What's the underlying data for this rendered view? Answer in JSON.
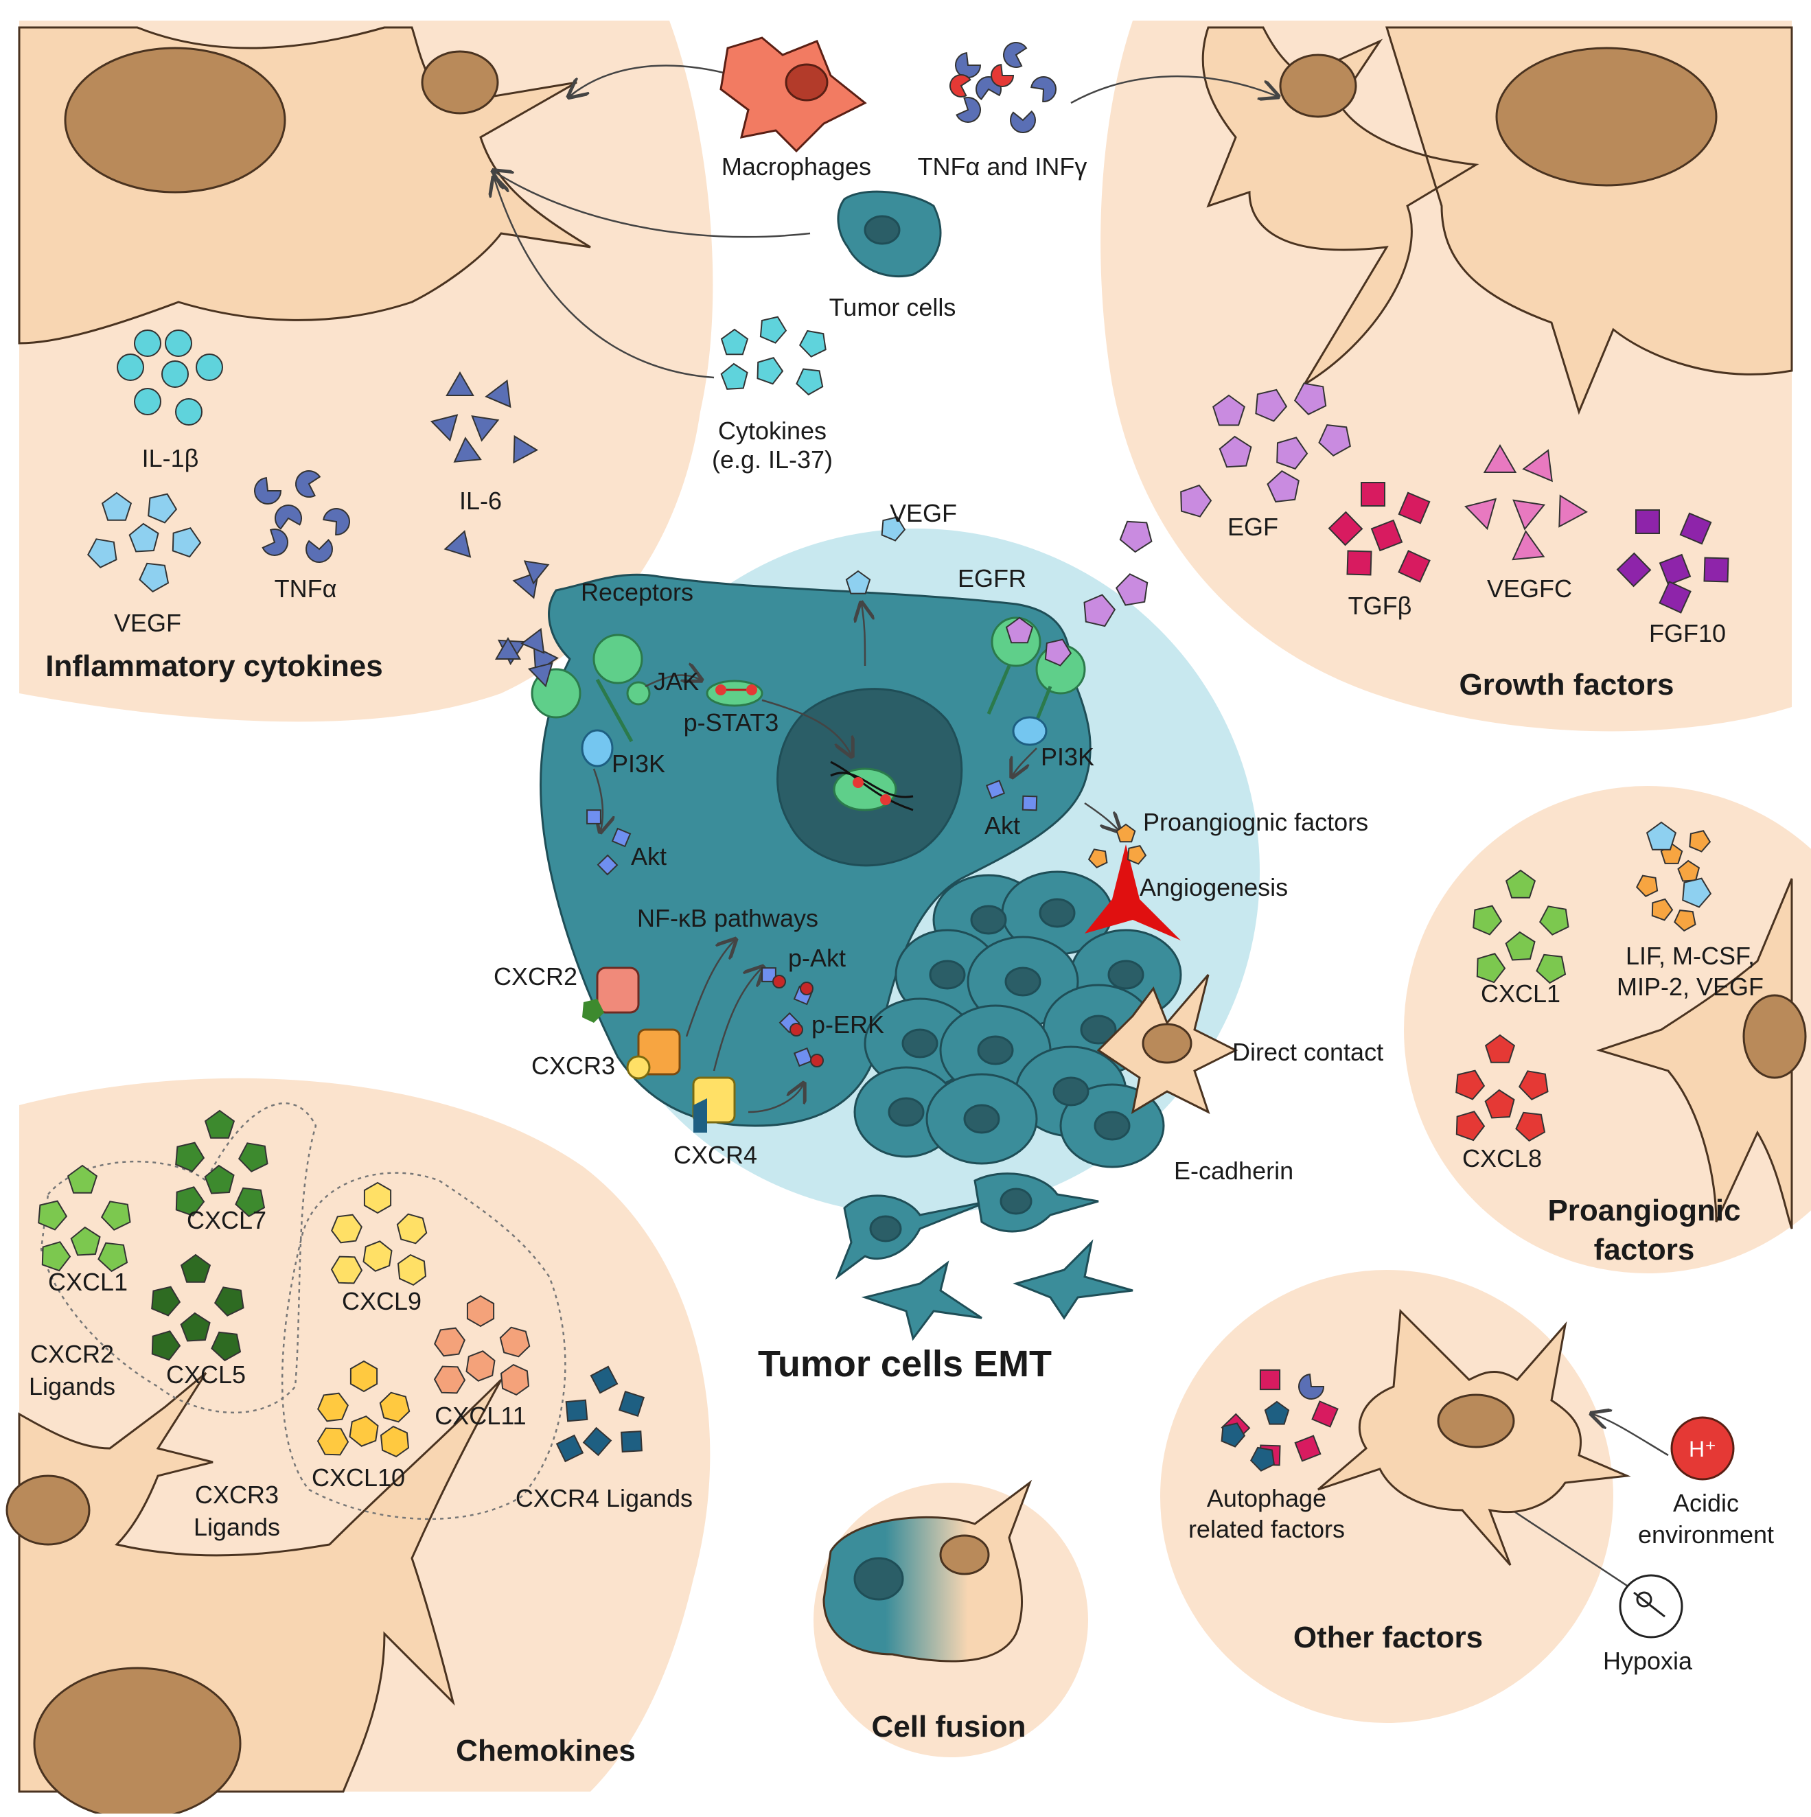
{
  "center": {
    "title": "Tumor cells EMT",
    "receptors": "Receptors",
    "jak": "JAK",
    "pstat3": "p-STAT3",
    "pi3k_left": "PI3K",
    "akt_left": "Akt",
    "vegf": "VEGF",
    "egfr": "EGFR",
    "pi3k_right": "PI3K",
    "akt_right": "Akt",
    "proangiognic": "Proangiognic factors",
    "angiogenesis": "Angiogenesis",
    "nfkb": "NF-κB pathways",
    "pakt": "p-Akt",
    "perk": "p-ERK",
    "cxcr2": "CXCR2",
    "cxcr3": "CXCR3",
    "cxcr4": "CXCR4",
    "direct_contact": "Direct contact",
    "ecadherin": "E-cadherin"
  },
  "top": {
    "macrophages": "Macrophages",
    "tnf_inf": "TNFα and INFγ",
    "tumor_cells": "Tumor cells",
    "cytokines_l1": "Cytokines",
    "cytokines_l2": "(e.g. IL-37)"
  },
  "inflammatory": {
    "title": "Inflammatory cytokines",
    "il1b": "IL-1β",
    "il6": "IL-6",
    "vegf": "VEGF",
    "tnfa": "TNFα"
  },
  "growth": {
    "title": "Growth factors",
    "egf": "EGF",
    "tgfb": "TGFβ",
    "vegfc": "VEGFC",
    "fgf10": "FGF10"
  },
  "proangio": {
    "title_l1": "Proangiognic",
    "title_l2": "factors",
    "cxcl1": "CXCL1",
    "cxcl8": "CXCL8",
    "lif_l1": "LIF, M-CSF,",
    "lif_l2": "MIP-2, VEGF"
  },
  "chemokines": {
    "title": "Chemokines",
    "cxcl1": "CXCL1",
    "cxcl7": "CXCL7",
    "cxcl5": "CXCL5",
    "cxcr2_l1": "CXCR2",
    "cxcr2_l2": "Ligands",
    "cxcl9": "CXCL9",
    "cxcl10": "CXCL10",
    "cxcl11": "CXCL11",
    "cxcr3_l1": "CXCR3",
    "cxcr3_l2": "Ligands",
    "cxcr4": "CXCR4 Ligands"
  },
  "fusion": {
    "title": "Cell fusion"
  },
  "other": {
    "title": "Other factors",
    "autophage_l1": "Autophage",
    "autophage_l2": "related factors",
    "h_plus": "H⁺",
    "acidic_l1": "Acidic",
    "acidic_l2": "environment",
    "hypoxia": "Hypoxia"
  },
  "colors": {
    "peach": "#fbe3cd",
    "tumor": "#3b8d9a",
    "receptor_green": "#5fcf8a",
    "il1b": "#5fd3dc",
    "il6": "#5a6fb5",
    "egf": "#c98be0",
    "tgfb": "#d81b60",
    "fgf10": "#8e24aa",
    "cxcl8": "#e53935",
    "cxcl_green": "#7cc84f",
    "cxcl_dark_green": "#3d8a2e",
    "cxcl_yellow": "#ffe066",
    "cxcl_orange": "#f4a27a",
    "cxcr4_ligand": "#1e5f82"
  }
}
